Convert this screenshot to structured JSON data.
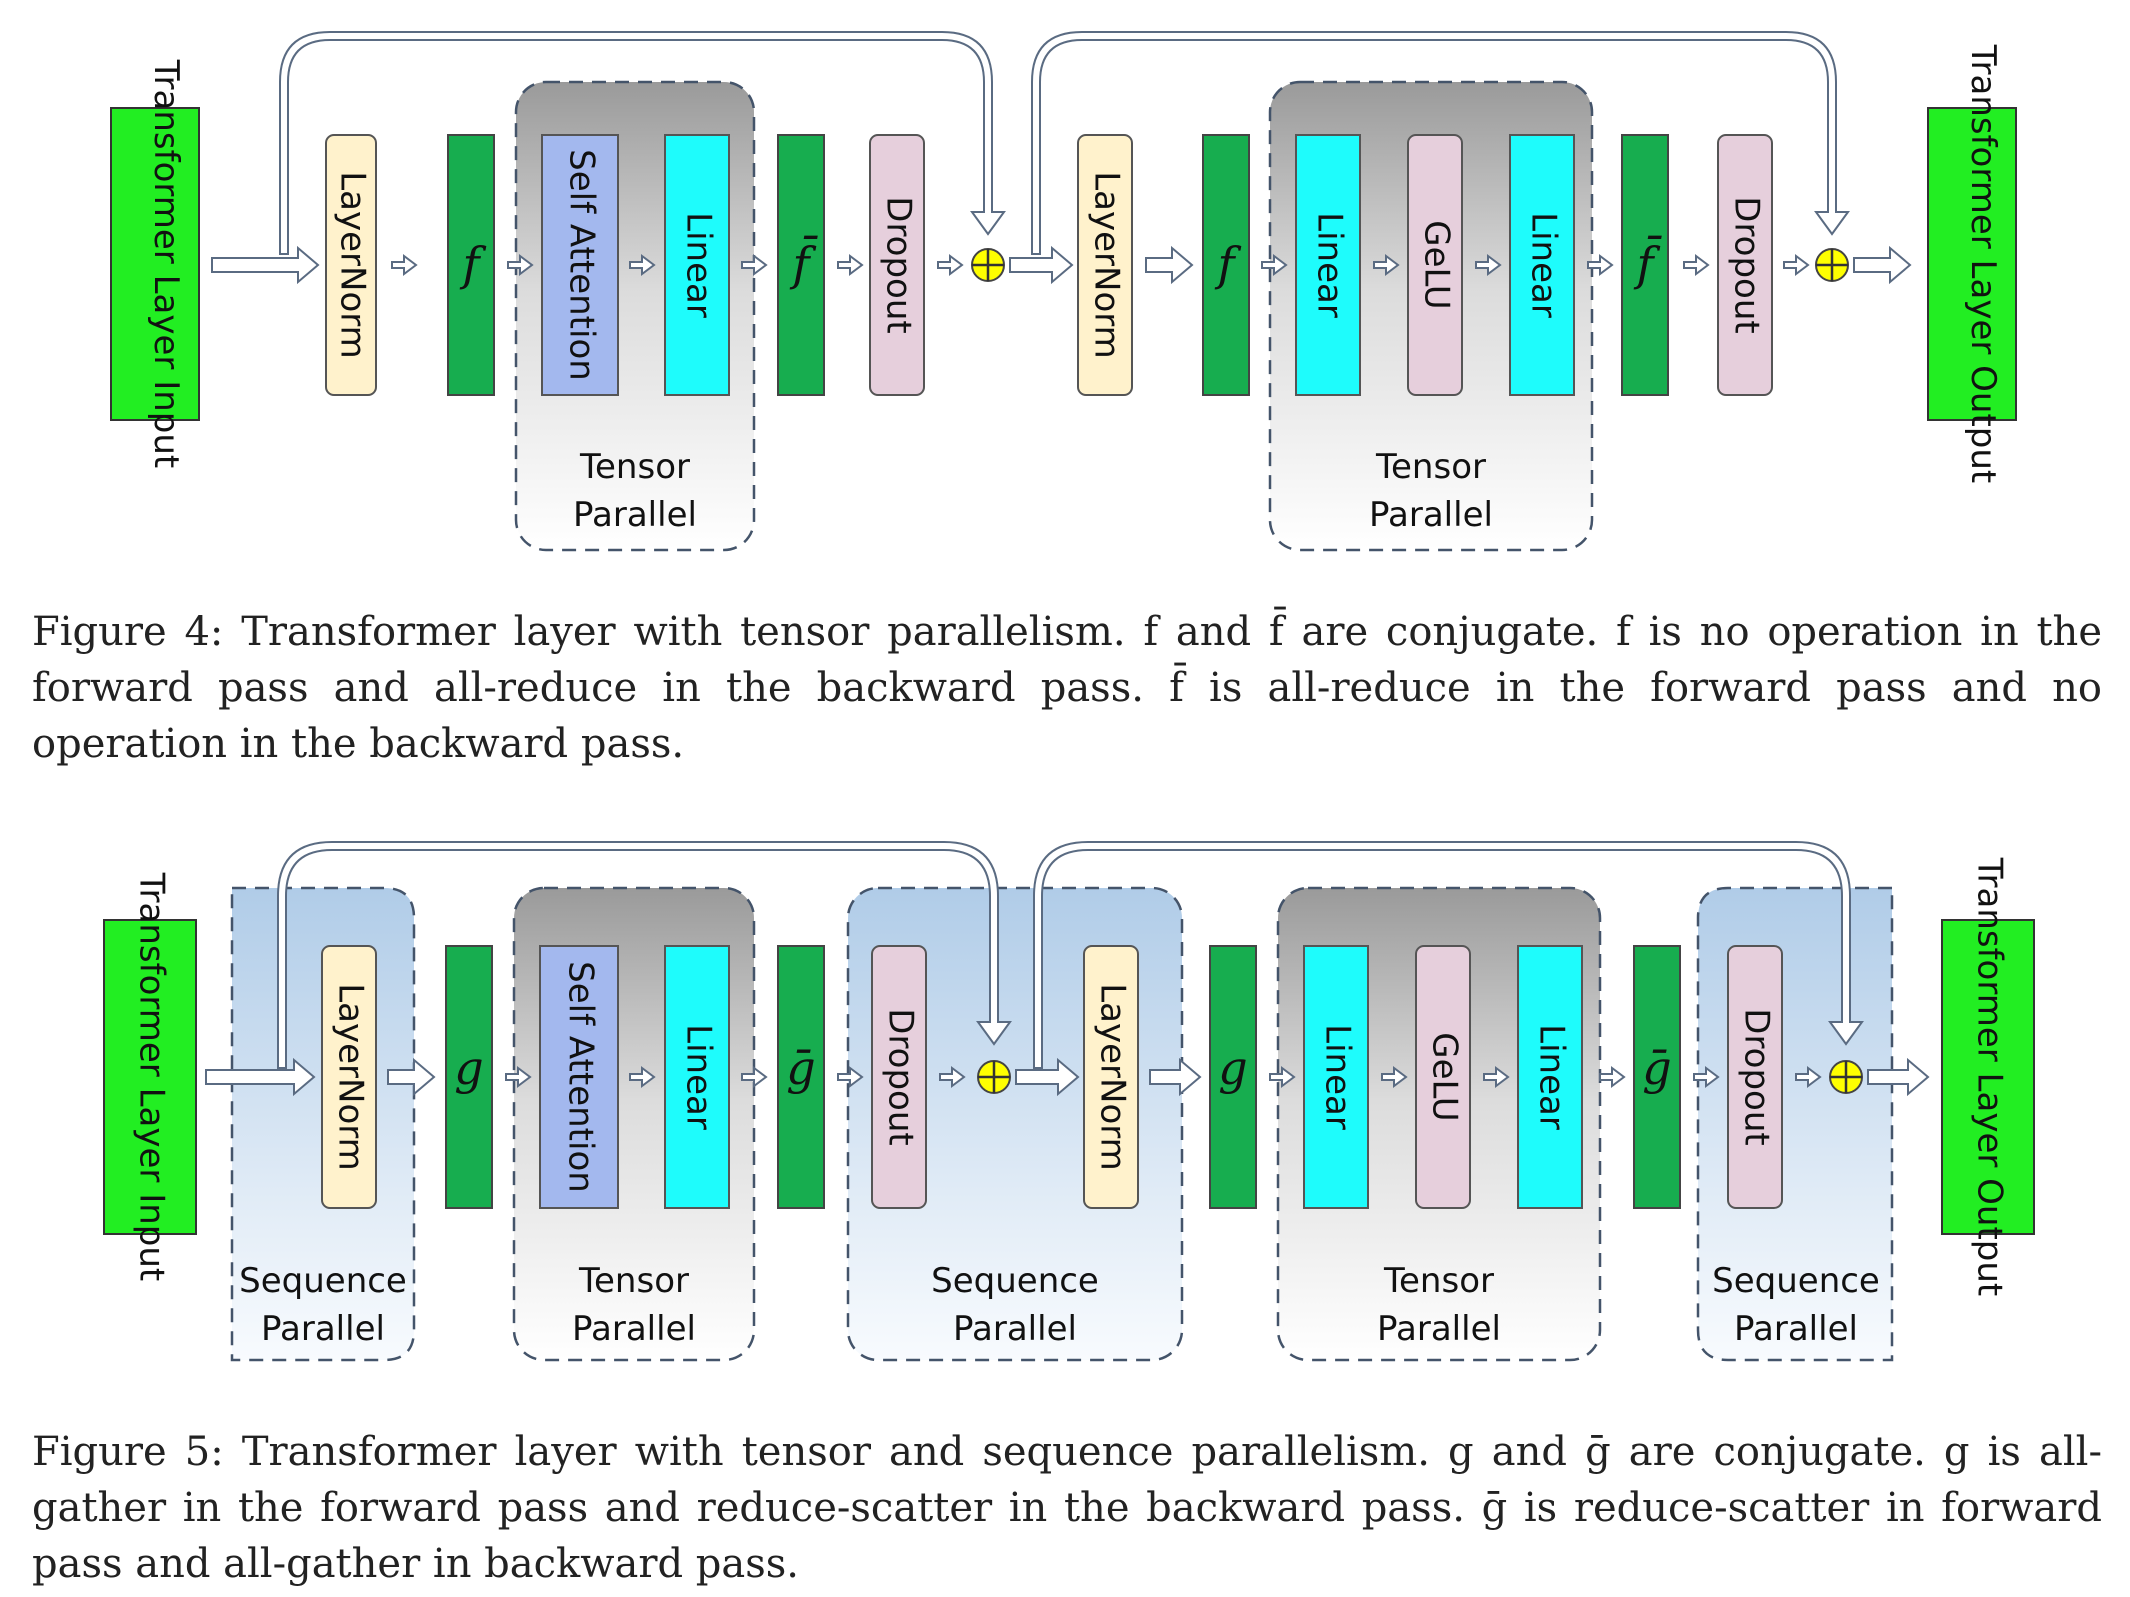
{
  "figure4": {
    "blocks": {
      "input": "Transformer Layer Input",
      "output": "Transformer Layer Output",
      "layernorm": "LayerNorm",
      "self_attention": "Self Attention",
      "linear": "Linear",
      "gelu": "GeLU",
      "dropout": "Dropout",
      "f": "f",
      "f_bar": "f̄"
    },
    "groups": {
      "tensor_parallel_line1": "Tensor",
      "tensor_parallel_line2": "Parallel"
    },
    "caption": {
      "label": "Figure 4:",
      "text": "Transformer layer with tensor parallelism. f and f̄ are conjugate. f is no operation in the forward pass and all-reduce in the backward pass. f̄ is all-reduce in the forward pass and no operation in the backward pass."
    }
  },
  "figure5": {
    "blocks": {
      "input": "Transformer Layer Input",
      "output": "Transformer Layer Output",
      "layernorm": "LayerNorm",
      "self_attention": "Self Attention",
      "linear": "Linear",
      "gelu": "GeLU",
      "dropout": "Dropout",
      "g": "g",
      "g_bar": "ḡ"
    },
    "groups": {
      "sequence_parallel_line1": "Sequence",
      "sequence_parallel_line2": "Parallel",
      "tensor_parallel_line1": "Tensor",
      "tensor_parallel_line2": "Parallel"
    },
    "caption": {
      "label": "Figure 5:",
      "text": "Transformer layer with tensor and sequence parallelism. g and ḡ are conjugate. g is all-gather in the forward pass and reduce-scatter in the backward pass. ḡ is reduce-scatter in forward pass and all-gather in backward pass."
    }
  },
  "colors": {
    "green_io": "#22ee22",
    "dark_green": "#17ad4f",
    "layernorm": "#fff2cc",
    "self_attention": "#a3b8ee",
    "linear": "#1efcfc",
    "pink": "#e6cfdc",
    "add_circle": "#ffff00",
    "sequence_bg": "#b8d3ec"
  }
}
